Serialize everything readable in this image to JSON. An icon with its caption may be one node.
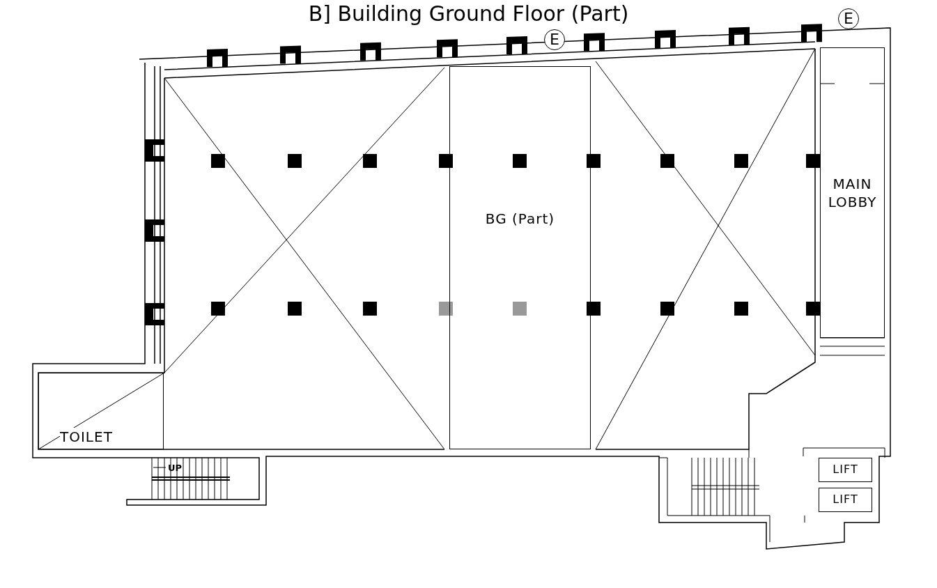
{
  "diagram": {
    "title": "B] Building Ground Floor (Part)",
    "nodes": [
      {
        "text": [
          "BG (Part)"
        ]
      },
      {
        "text": [
          "MAIN LOBBY"
        ]
      },
      {
        "text": [
          "TOILET"
        ]
      },
      {
        "text": [
          "LIFT"
        ]
      },
      {
        "text": [
          "LIFT"
        ]
      }
    ],
    "labels": [
      "E",
      "E",
      "UP"
    ]
  }
}
